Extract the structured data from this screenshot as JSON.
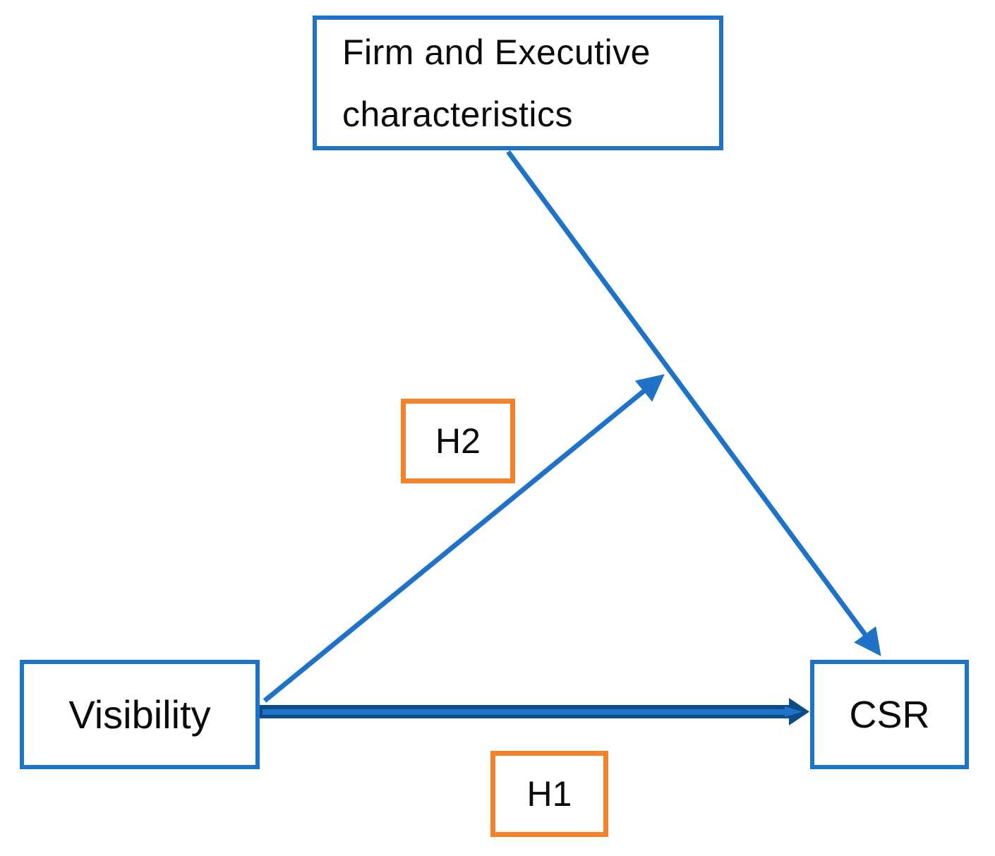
{
  "diagram": {
    "nodes": [
      {
        "id": "firm-exec",
        "label": "Firm and Executive characteristics",
        "role": "moderator"
      },
      {
        "id": "visibility",
        "label": "Visibility",
        "role": "independent-variable"
      },
      {
        "id": "csr",
        "label": "CSR",
        "role": "dependent-variable"
      }
    ],
    "hypothesis_labels": [
      {
        "id": "h2",
        "label": "H2"
      },
      {
        "id": "h1",
        "label": "H1"
      }
    ],
    "edges": [
      {
        "id": "h1-arrow",
        "from": "visibility",
        "to": "csr",
        "style": "thick-block-arrow",
        "hypothesis": "H1"
      },
      {
        "id": "h2-arrow",
        "from": "visibility",
        "to": "moderation-path",
        "style": "thin-line-arrow",
        "hypothesis": "H2"
      },
      {
        "id": "moderation-arrow",
        "from": "firm-exec",
        "to": "csr",
        "style": "thin-line-arrow"
      }
    ],
    "colors": {
      "box_border": "#1E73C8",
      "arrow_blue": "#1E73C8",
      "arrow_dark": "#0D4C87",
      "hypothesis_border": "#F58128",
      "text": "#0B0B0B",
      "background": "#FFFFFF"
    }
  }
}
